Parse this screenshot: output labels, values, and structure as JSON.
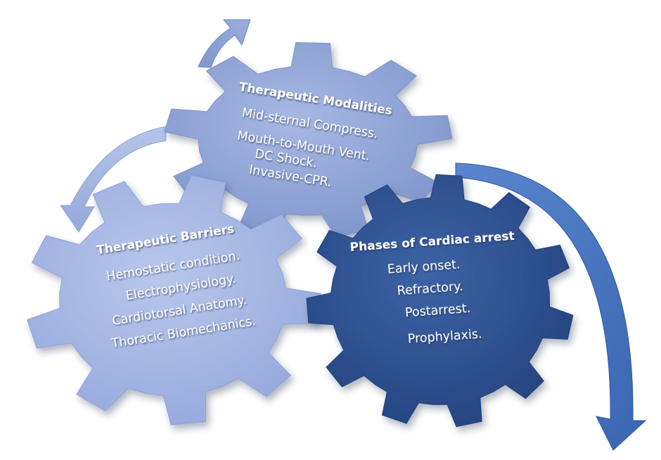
{
  "gears": [
    {
      "id": "therapeutic-modalities",
      "title": "Therapeutic Modalities",
      "items": [
        "Mid-sternal Compress.",
        "Mouth-to-Mouth Vent.",
        "DC Shock.",
        "Invasive-CPR."
      ],
      "color": "#8da3d4"
    },
    {
      "id": "therapeutic-barriers",
      "title": "Therapeutic Barriers",
      "items": [
        "Hemostatic condition.",
        "Electrophysiology.",
        "Cardiotorsal Anatomy.",
        "Thoracic Biomechanics."
      ],
      "color": "#a4b5e2"
    },
    {
      "id": "phases-of-cardiac-arrest",
      "title": "Phases of Cardiac arrest",
      "items": [
        "Early onset.",
        "Refractory.",
        "Postarrest.",
        "Prophylaxis."
      ],
      "color": "#34599a"
    }
  ],
  "arrows": [
    {
      "id": "arrow-top",
      "color": "#7e95cb"
    },
    {
      "id": "arrow-left",
      "color": "#a5b6e0"
    },
    {
      "id": "arrow-right",
      "color": "#4874be"
    }
  ]
}
